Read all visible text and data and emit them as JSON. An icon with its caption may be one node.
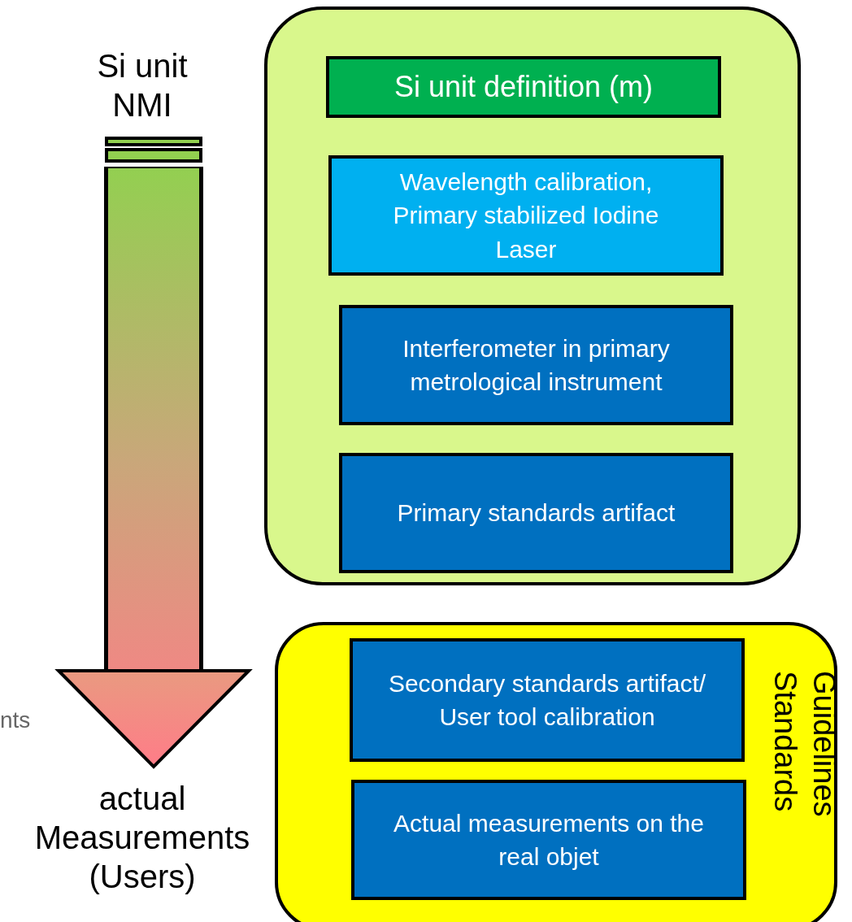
{
  "diagram": {
    "nodes": [
      {
        "text": [
          "Si unit NMI"
        ]
      },
      {
        "text": [
          "actual Measurements (Users)"
        ]
      },
      {
        "text": [],
        "shape": "box"
      },
      {
        "text": [
          "Si unit definition (m)"
        ],
        "in": 2
      },
      {
        "text": [
          "Wavelength calibration, Primary stabilized Iodine Laser"
        ],
        "in": 2
      },
      {
        "text": [
          "Interferometer in primary metrological instrument"
        ],
        "in": 2
      },
      {
        "text": [
          "Primary standards artifact"
        ],
        "in": 2
      },
      {
        "text": [
          "Guidelines Standards"
        ]
      },
      {
        "text": [
          "Secondary standards artifact/ User tool calibration"
        ],
        "in": 7
      },
      {
        "text": [
          "Actual measurements on the real objet"
        ],
        "in": 7
      }
    ],
    "edges": [
      {
        "from": 0,
        "to": 1,
        "arrow": "to"
      }
    ],
    "labels": [
      "nts"
    ]
  }
}
